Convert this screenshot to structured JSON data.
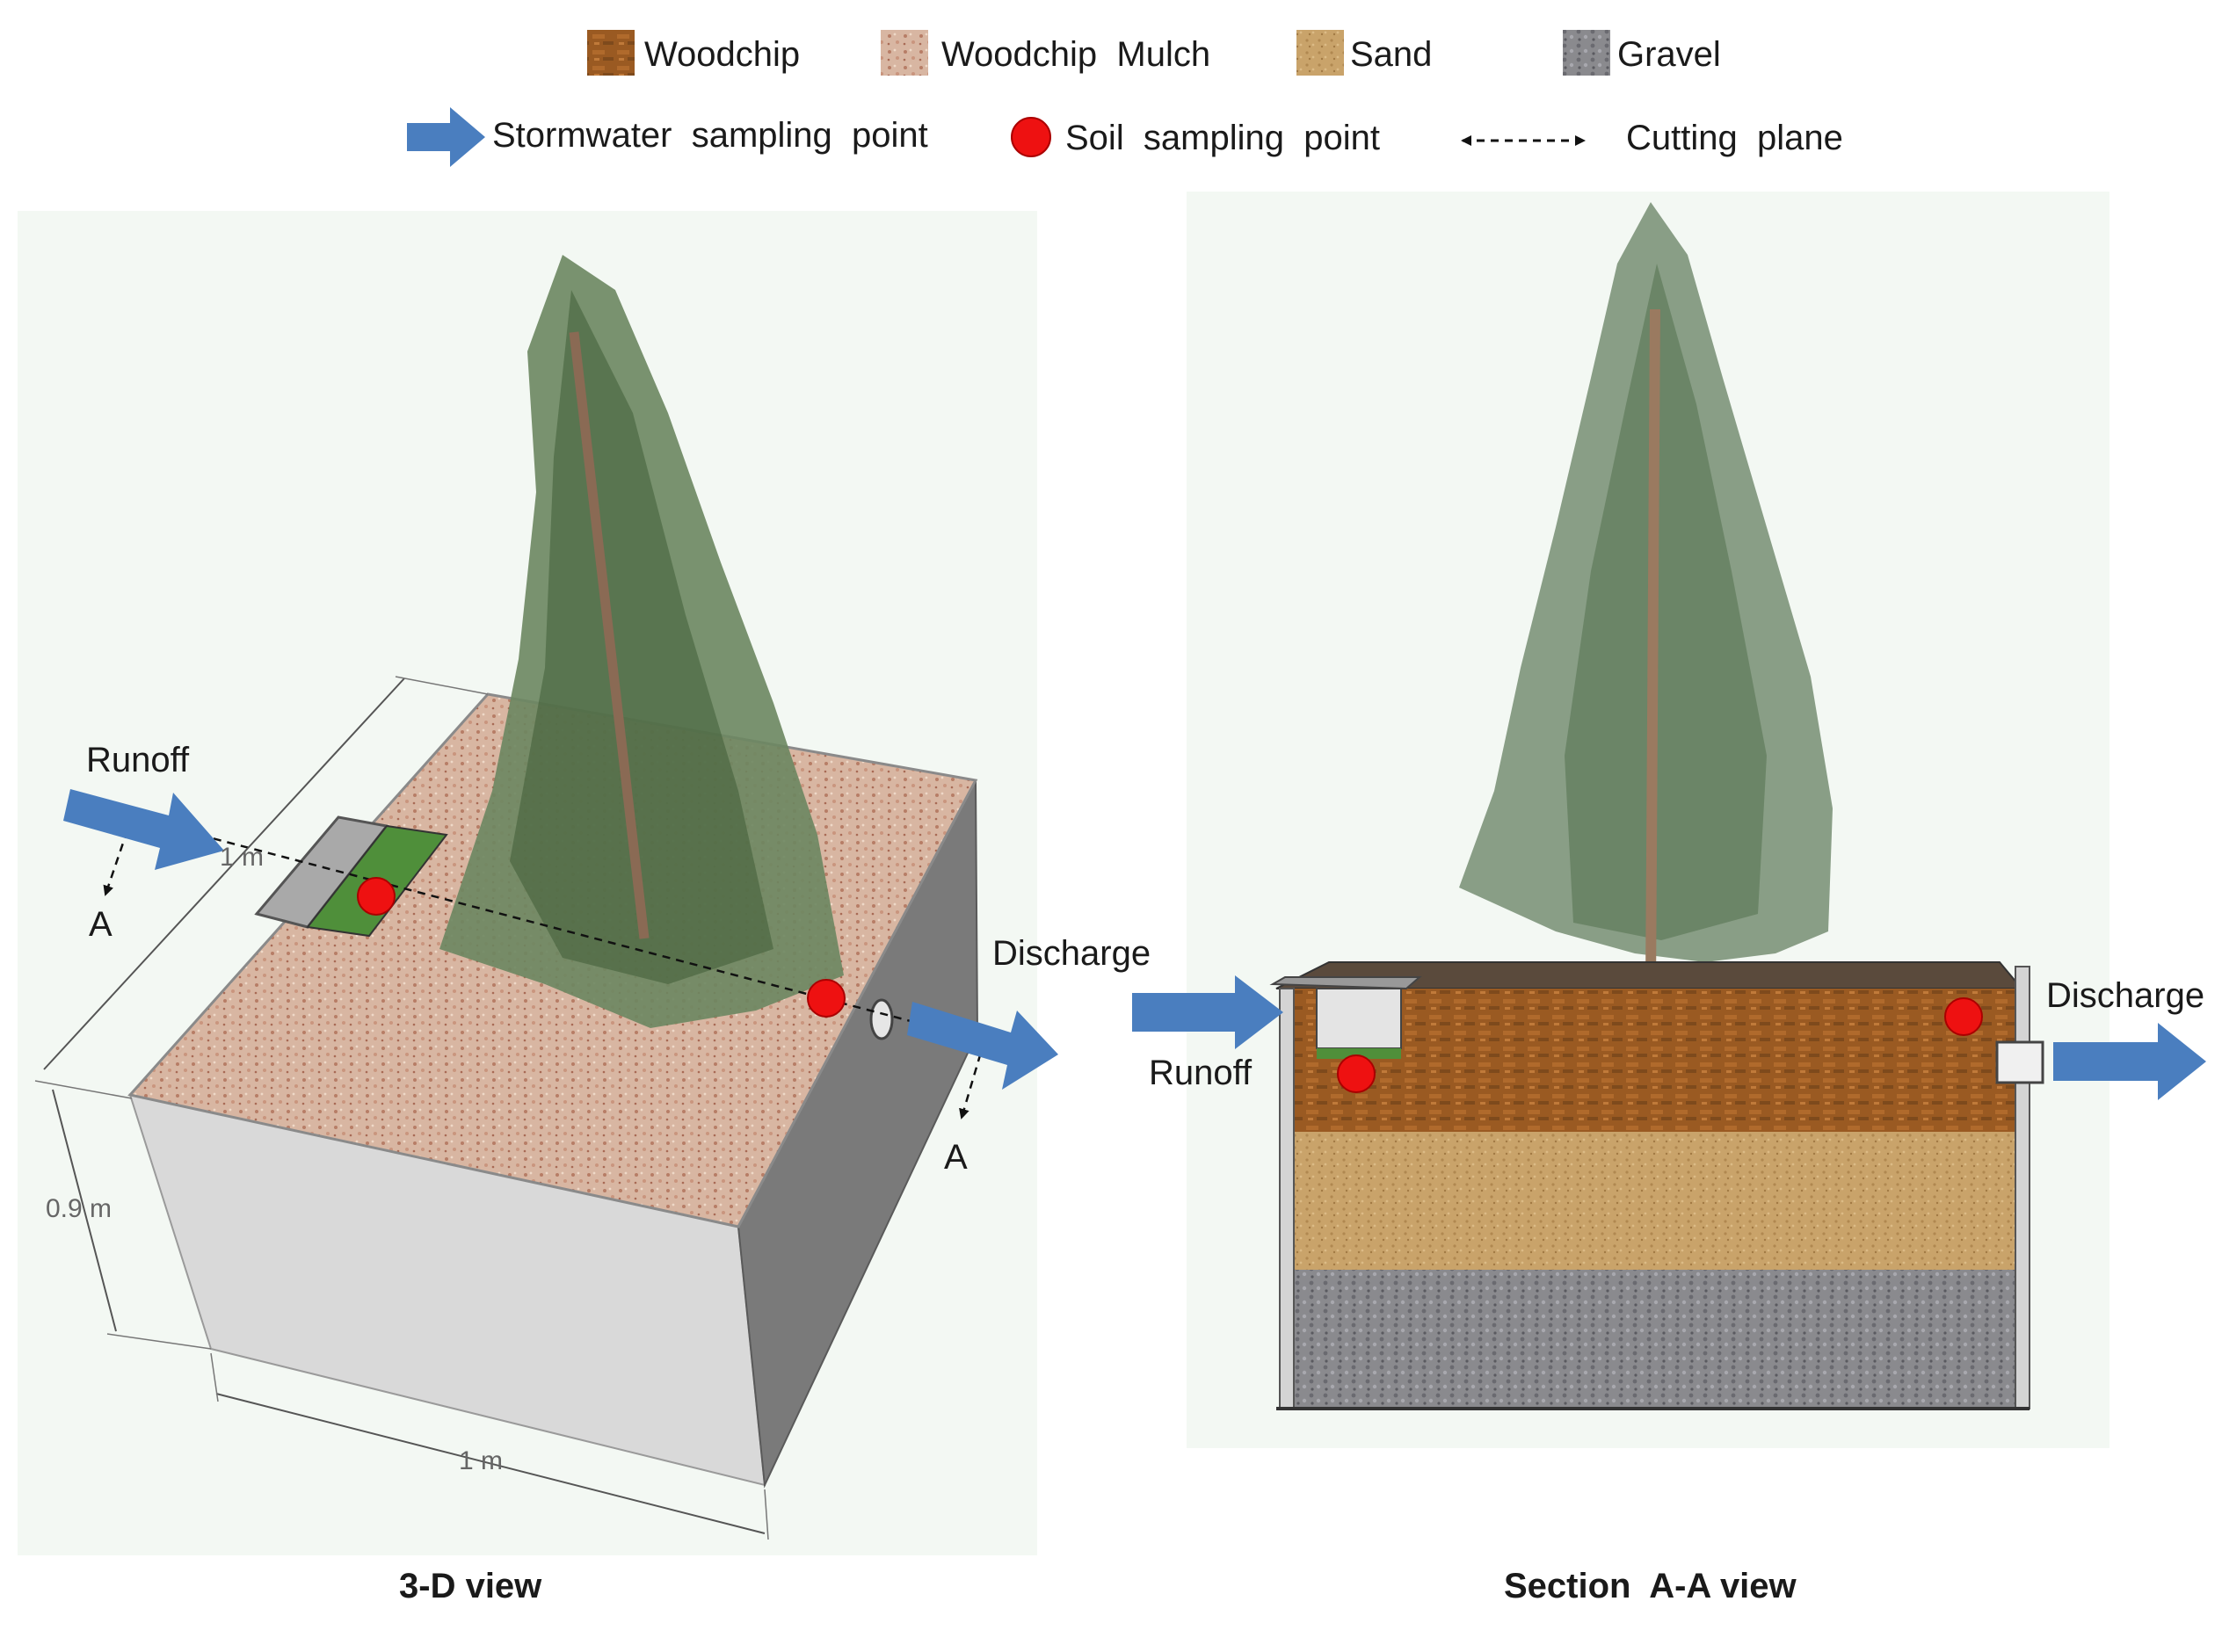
{
  "legend": {
    "materials": [
      {
        "label": "Woodchip",
        "color": "#9a6b3c"
      },
      {
        "label": "Woodchip  Mulch",
        "color": "#e2c4b0"
      },
      {
        "label": "Sand",
        "color": "#c9a36a"
      },
      {
        "label": "Gravel",
        "color": "#7d7d85"
      }
    ],
    "symbols": {
      "stormwater": "Stormwater  sampling  point",
      "soil": "Soil  sampling  point",
      "cutting": "Cutting  plane"
    }
  },
  "view3d": {
    "runoff": "Runoff",
    "discharge": "Discharge",
    "section_a1": "A",
    "section_a2": "A",
    "dim_top": "1 m",
    "dim_height": "0.9 m",
    "dim_bottom": "1 m",
    "caption": "3-D view"
  },
  "section": {
    "runoff": "Runoff",
    "discharge": "Discharge",
    "caption": "Section  A-A view"
  },
  "colors": {
    "arrow_blue": "#4a7ebf",
    "sample_red": "#ee1111",
    "concrete": "#d6d6d6",
    "woodchip": "#9a5a22",
    "sand": "#c9a36a",
    "gravel": "#8a8a8e",
    "mulch": "#d8b6a2",
    "foliage": "#5e7a4e"
  }
}
